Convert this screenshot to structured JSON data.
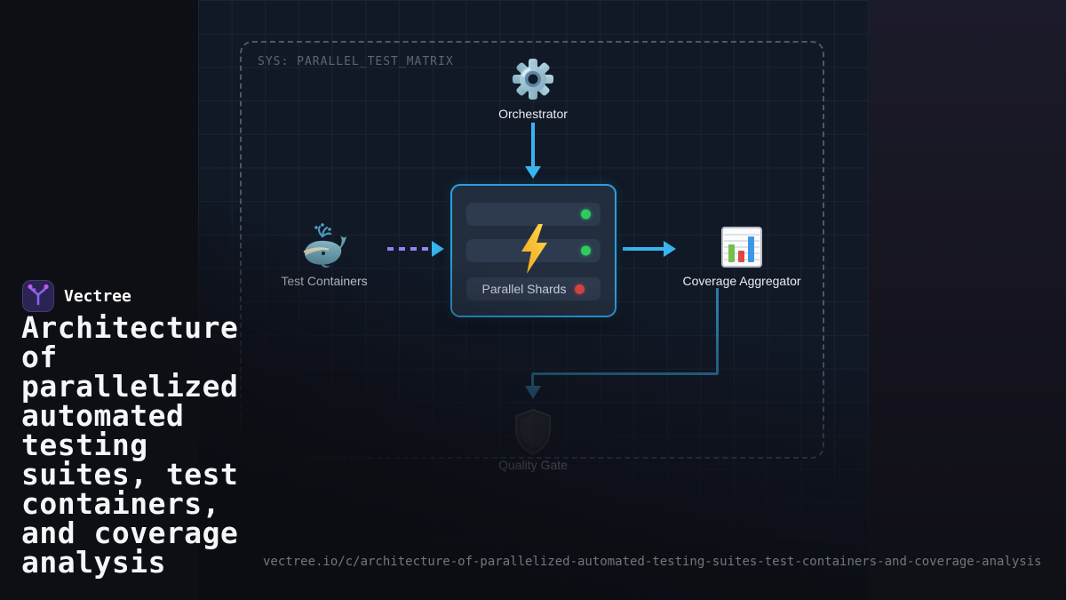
{
  "colors": {
    "background_left": "#0e0f15",
    "diagram_bg": "#111927",
    "grid_line": "#1b2434",
    "accent_cyan": "#38b5f0",
    "accent_purple": "#9487f5",
    "connector_teal": "#2c7aa4",
    "box_border": "#2e9ee0",
    "status_green": "#2ecc5f",
    "status_red": "#d94545",
    "bolt_yellow": "#ffc72b",
    "brand_purple": "#8a63f0",
    "title_text": "#f5f6f8",
    "muted_text": "#5b6575"
  },
  "brand": {
    "name": "Vectree"
  },
  "card": {
    "title": "Architecture\nof\nparallelized\nautomated\ntesting\nsuites, test\ncontainers,\nand coverage\nanalysis",
    "url": "vectree.io/c/architecture-of-parallelized-automated-testing-suites-test-containers-and-coverage-analysis"
  },
  "diagram": {
    "system_label": "SYS: PARALLEL_TEST_MATRIX",
    "nodes": {
      "orchestrator": {
        "label": "Orchestrator",
        "icon": "gear-icon"
      },
      "test_containers": {
        "label": "Test Containers",
        "icon": "whale-icon"
      },
      "parallel_shards": {
        "label": "Parallel Shards",
        "icon": "lightning-icon",
        "status_lights": [
          "green",
          "green",
          "red"
        ]
      },
      "coverage_aggregator": {
        "label": "Coverage Aggregator",
        "icon": "bar-chart-icon"
      },
      "quality_gate": {
        "label": "Quality Gate",
        "icon": "shield-icon"
      }
    },
    "edges": [
      {
        "from": "orchestrator",
        "to": "parallel_shards",
        "style": "solid-arrow"
      },
      {
        "from": "test_containers",
        "to": "parallel_shards",
        "style": "dashed-arrow"
      },
      {
        "from": "parallel_shards",
        "to": "coverage_aggregator",
        "style": "solid-arrow"
      },
      {
        "from": "coverage_aggregator",
        "to": "quality_gate",
        "style": "elbow-arrow"
      }
    ]
  }
}
